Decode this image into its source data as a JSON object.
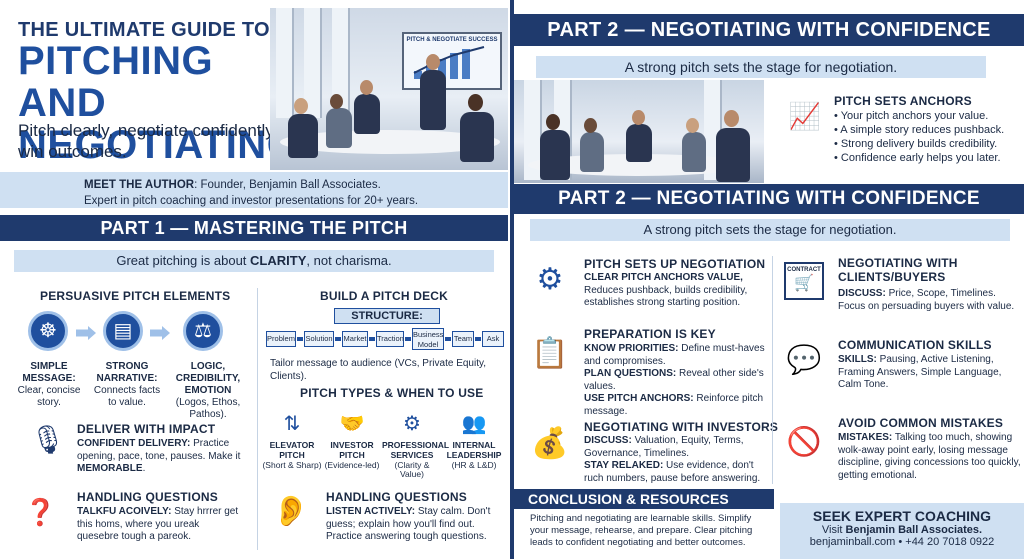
{
  "hero": {
    "line1": "THE ULTIMATE GUIDE TO",
    "line2": "PITCHING AND",
    "line3": "NEGOTIATING",
    "subtitle": "Pitch clearly, negotiate confidently, win outcomes.",
    "photo_screen_text": "PITCH & NEGOTIATE SUCCESS"
  },
  "author": {
    "label": "MEET THE AUTHOR",
    "line1": ": Founder, Benjamin Ball Associates.",
    "line2": "Expert in pitch coaching and investor presentations for 20+ years."
  },
  "part1": {
    "title": "PART 1 — MASTERING THE PITCH",
    "tagline_pre": "Great pitching is about ",
    "tagline_bold": "CLARITY",
    "tagline_post": ", not charisma.",
    "elements_title": "PERSUASIVE PITCH ELEMENTS",
    "elements": [
      {
        "title": "SIMPLE MESSAGE:",
        "text": "Clear, concise story.",
        "icon": "brain-icon"
      },
      {
        "title": "STRONG NARRATIVE:",
        "text": "Connects facts to value.",
        "icon": "book-icon"
      },
      {
        "title": "LOGIC, CREDIBILITY, EMOTION",
        "text": "(Logos, Ethos, Pathos).",
        "icon": "scales-icon"
      }
    ],
    "deliver_title": "DELIVER WITH IMPACT",
    "deliver_bold": "CONFIDENT DELIVERY:",
    "deliver_text": " Practice opening, pace, tone, pauses. Make it ",
    "deliver_bold2": "MEMORABLE",
    "deliver_end": ".",
    "handling_title": "HANDLING QUESTIONS",
    "handling_bold": "TALKFU ACOIVELY:",
    "handling_text": " Stay hrrrer get this homs, where you ureak quesebre tough a pareok.",
    "deck_title": "BUILD A PITCH DECK",
    "deck_structure": "STRUCTURE:",
    "deck_steps": [
      "Problem",
      "Solution",
      "Market",
      "Traction",
      "Business Model",
      "Team",
      "Ask"
    ],
    "deck_note": "Tailor message to audience (VCs, Private Equity, Clients).",
    "types_title": "PITCH TYPES & WHEN TO USE",
    "types": [
      {
        "name": "ELEVATOR PITCH",
        "sub": "(Short & Sharp)",
        "icon": "elevator-icon"
      },
      {
        "name": "INVESTOR PITCH",
        "sub": "(Evidence-led)",
        "icon": "handshake-icon"
      },
      {
        "name": "PROFESSIONAL SERVICES",
        "sub": "(Clarity & Value)",
        "icon": "gear-icon"
      },
      {
        "name": "INTERNAL LEADERSHIP",
        "sub": "(HR & L&D)",
        "icon": "team-icon"
      }
    ],
    "handling2_title": "HANDLING QUESTIONS",
    "handling2_bold": "LISTEN ACTIVELY:",
    "handling2_text": " Stay calm. Don't guess; explain how you'll find out. Practice answering tough questions."
  },
  "part2_top": {
    "title": "PART 2 — NEGOTIATING WITH CONFIDENCE",
    "tagline": "A strong pitch sets the stage for negotiation.",
    "anchors_title": "PITCH SETS ANCHORS",
    "anchors": [
      "• Your pitch anchors your value.",
      "• A simple story reduces pushback.",
      "• Strong delivery builds credibility.",
      "• Confidence early helps you later."
    ]
  },
  "part2": {
    "title": "PART 2 — NEGOTIATING WITH CONFIDENCE",
    "tagline": "A strong pitch sets the stage for negotiation.",
    "setsup_title": "PITCH SETS UP NEGOTIATION",
    "setsup_bold": "CLEAR PITCH ANCHORS VALUE,",
    "setsup_text": "Reduces pushback, builds credibility, establishes strong starting position.",
    "prep_title": "PREPARATION IS KEY",
    "prep_items": [
      {
        "bold": "KNOW PRIORITIES:",
        "text": " Define must-haves and compromises."
      },
      {
        "bold": "PLAN QUESTIONS:",
        "text": " Reveal other side's values."
      },
      {
        "bold": "USE PITCH ANCHORS:",
        "text": " Reinforce pitch message."
      }
    ],
    "investors_title": "NEGOTIATING WITH INVESTORS",
    "investors_bold": "DISCUSS:",
    "investors_text": " Valuation, Equity, Terms, Governance, Timelines.",
    "investors_bold2": "STAY RELAKED:",
    "investors_text2": " Use evidence, don't ruch numbers, pause before answering.",
    "clients_title1": "NEGOTIATING WITH",
    "clients_title2": "CLIENTS/BUYERS",
    "clients_bold": "DISCUSS:",
    "clients_text": " Price, Scope, Timelines. Focus on persuading buyers with value.",
    "contract_label": "CONTRACT",
    "comm_title": "COMMUNICATION SKILLS",
    "comm_bold": "SKILLS:",
    "comm_text": " Pausing, Active Listening, Framing Answers, Simple Language, Calm Tone.",
    "mistakes_title": "AVOID COMMON MISTAKES",
    "mistakes_bold": "MISTAKES:",
    "mistakes_text": " Talking too much, showing wolk-away point early, losing message discipline, giving concessions too quickly, getting emotional."
  },
  "conclusion": {
    "title": "CONCLUSION & RESOURCES",
    "text": "Pitching and negotiating are learnable skills. Simplify your message, rehearse, and prepare. Clear pitching leads to confident negotiating and better outcomes."
  },
  "coach": {
    "title": "SEEK EXPERT COACHING",
    "visit_pre": "Visit ",
    "visit_bold": "Benjamin Ball Associates.",
    "contact": "benjaminball.com • +44 20 7018 0922"
  },
  "colors": {
    "navy": "#1f3a6d",
    "blue": "#1f4f9e",
    "light": "#cfe0f2"
  }
}
